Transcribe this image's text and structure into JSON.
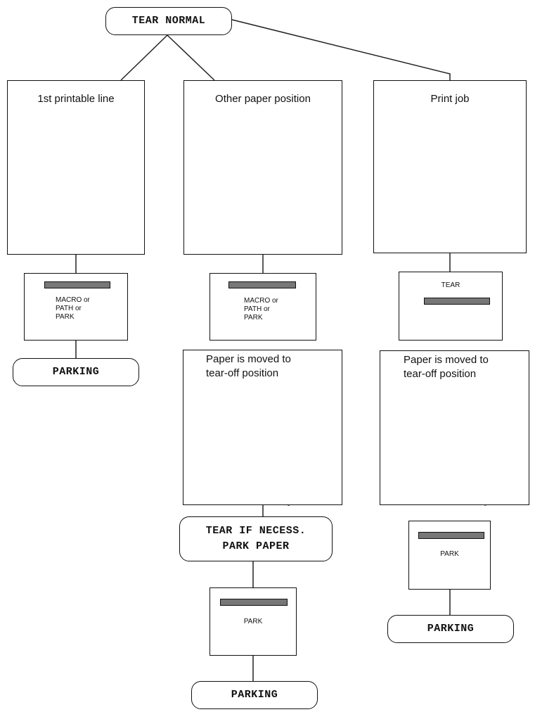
{
  "nodes": {
    "tear_normal": "TEAR NORMAL",
    "parking": "PARKING",
    "tear_if_necess_1": "TEAR IF NECESS.",
    "tear_if_necess_2": "PARK PAPER"
  },
  "panels": [
    {
      "title": "1st printable line"
    },
    {
      "title": "Other paper position"
    },
    {
      "title": "Print job"
    }
  ],
  "buttons": {
    "macro_1": "MACRO or",
    "macro_2": "PATH or",
    "macro_3": "PARK",
    "tear": "TEAR",
    "park": "PARK"
  },
  "captions": {
    "moved_1": "Paper is moved to",
    "moved_2": "tear-off position"
  }
}
